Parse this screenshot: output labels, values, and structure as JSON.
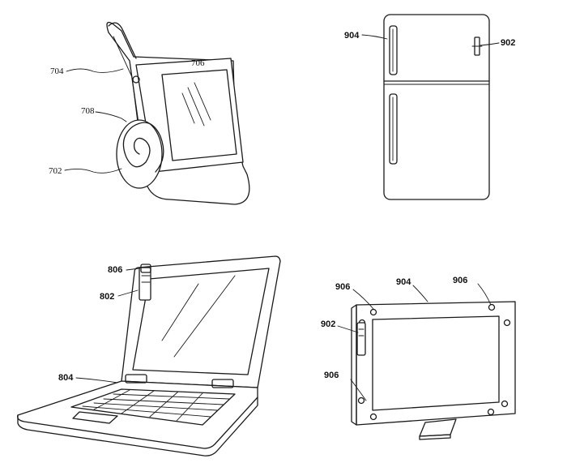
{
  "figures": {
    "wearable": {
      "labels": {
        "body": "704",
        "screen": "706",
        "hinge": "708",
        "roll": "702"
      }
    },
    "fridge": {
      "labels": {
        "door_handle": "904",
        "sensor": "902"
      }
    },
    "laptop": {
      "labels": {
        "camera_top": "806",
        "camera_clip": "802",
        "base": "804"
      }
    },
    "monitor": {
      "labels": {
        "corner_top_left": "906",
        "frame_top": "904",
        "corner_top_right": "906",
        "clip": "902",
        "corner_bottom_left": "906"
      }
    }
  }
}
